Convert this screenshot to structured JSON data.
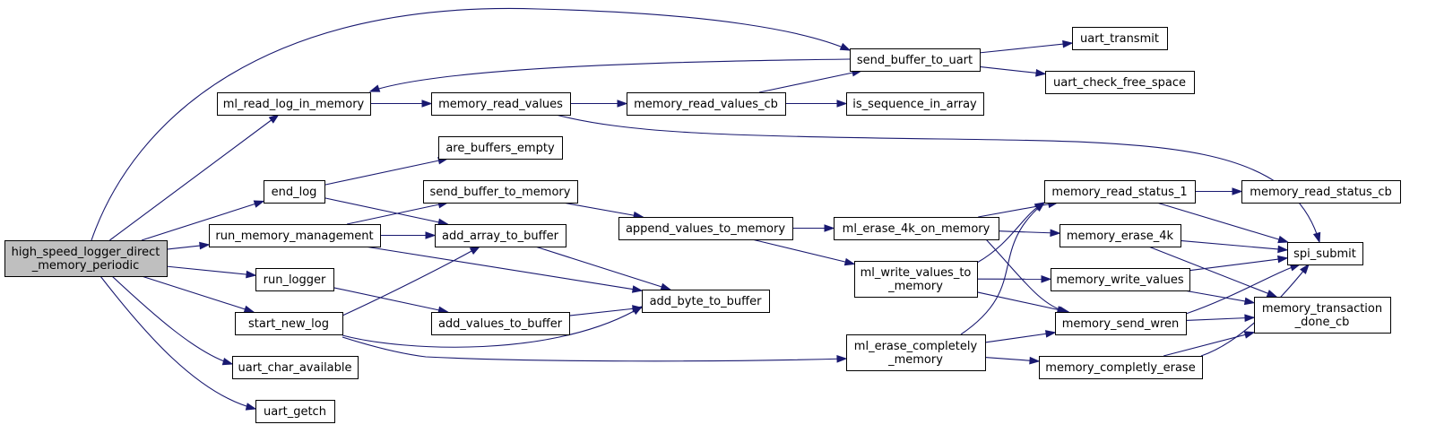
{
  "graph": {
    "colors": {
      "edge": "#191970",
      "root_fill": "#bfbfbf",
      "node_fill": "#ffffff",
      "node_border": "#000000"
    },
    "nodes": [
      {
        "id": "root",
        "lines": [
          "high_speed_logger_direct",
          "_memory_periodic"
        ],
        "root": true
      },
      {
        "id": "ml_read_log_in_memory",
        "lines": [
          "ml_read_log_in_memory"
        ]
      },
      {
        "id": "end_log",
        "lines": [
          "end_log"
        ]
      },
      {
        "id": "run_memory_management",
        "lines": [
          "run_memory_management"
        ]
      },
      {
        "id": "run_logger",
        "lines": [
          "run_logger"
        ]
      },
      {
        "id": "start_new_log",
        "lines": [
          "start_new_log"
        ]
      },
      {
        "id": "uart_char_available",
        "lines": [
          "uart_char_available"
        ]
      },
      {
        "id": "uart_getch",
        "lines": [
          "uart_getch"
        ]
      },
      {
        "id": "send_buffer_to_uart",
        "lines": [
          "send_buffer_to_uart"
        ]
      },
      {
        "id": "uart_transmit",
        "lines": [
          "uart_transmit"
        ]
      },
      {
        "id": "uart_check_free_space",
        "lines": [
          "uart_check_free_space"
        ]
      },
      {
        "id": "memory_read_values",
        "lines": [
          "memory_read_values"
        ]
      },
      {
        "id": "memory_read_values_cb",
        "lines": [
          "memory_read_values_cb"
        ]
      },
      {
        "id": "is_sequence_in_array",
        "lines": [
          "is_sequence_in_array"
        ]
      },
      {
        "id": "are_buffers_empty",
        "lines": [
          "are_buffers_empty"
        ]
      },
      {
        "id": "send_buffer_to_memory",
        "lines": [
          "send_buffer_to_memory"
        ]
      },
      {
        "id": "add_array_to_buffer",
        "lines": [
          "add_array_to_buffer"
        ]
      },
      {
        "id": "append_values_to_memory",
        "lines": [
          "append_values_to_memory"
        ]
      },
      {
        "id": "add_byte_to_buffer",
        "lines": [
          "add_byte_to_buffer"
        ]
      },
      {
        "id": "add_values_to_buffer",
        "lines": [
          "add_values_to_buffer"
        ]
      },
      {
        "id": "ml_erase_4k_on_memory",
        "lines": [
          "ml_erase_4k_on_memory"
        ]
      },
      {
        "id": "ml_write_values_to_memory",
        "lines": [
          "ml_write_values_to",
          "_memory"
        ]
      },
      {
        "id": "ml_erase_completely_memory",
        "lines": [
          "ml_erase_completely",
          "_memory"
        ]
      },
      {
        "id": "memory_read_status_1",
        "lines": [
          "memory_read_status_1"
        ]
      },
      {
        "id": "memory_read_status_cb",
        "lines": [
          "memory_read_status_cb"
        ]
      },
      {
        "id": "memory_erase_4k",
        "lines": [
          "memory_erase_4k"
        ]
      },
      {
        "id": "memory_write_values",
        "lines": [
          "memory_write_values"
        ]
      },
      {
        "id": "memory_send_wren",
        "lines": [
          "memory_send_wren"
        ]
      },
      {
        "id": "memory_completly_erase",
        "lines": [
          "memory_completly_erase"
        ]
      },
      {
        "id": "spi_submit",
        "lines": [
          "spi_submit"
        ]
      },
      {
        "id": "memory_transaction_done_cb",
        "lines": [
          "memory_transaction",
          "_done_cb"
        ]
      }
    ],
    "edges": [
      {
        "from": "root",
        "to": "send_buffer_to_uart"
      },
      {
        "from": "root",
        "to": "ml_read_log_in_memory"
      },
      {
        "from": "root",
        "to": "end_log"
      },
      {
        "from": "root",
        "to": "run_memory_management"
      },
      {
        "from": "root",
        "to": "run_logger"
      },
      {
        "from": "root",
        "to": "start_new_log"
      },
      {
        "from": "root",
        "to": "uart_char_available"
      },
      {
        "from": "root",
        "to": "uart_getch"
      },
      {
        "from": "ml_read_log_in_memory",
        "to": "memory_read_values"
      },
      {
        "from": "send_buffer_to_uart",
        "to": "ml_read_log_in_memory"
      },
      {
        "from": "send_buffer_to_uart",
        "to": "uart_transmit"
      },
      {
        "from": "send_buffer_to_uart",
        "to": "uart_check_free_space"
      },
      {
        "from": "memory_read_values",
        "to": "memory_read_values_cb"
      },
      {
        "from": "memory_read_values",
        "to": "spi_submit"
      },
      {
        "from": "memory_read_values_cb",
        "to": "send_buffer_to_uart"
      },
      {
        "from": "memory_read_values_cb",
        "to": "is_sequence_in_array"
      },
      {
        "from": "end_log",
        "to": "are_buffers_empty"
      },
      {
        "from": "end_log",
        "to": "add_array_to_buffer"
      },
      {
        "from": "run_memory_management",
        "to": "send_buffer_to_memory"
      },
      {
        "from": "run_memory_management",
        "to": "add_array_to_buffer"
      },
      {
        "from": "run_memory_management",
        "to": "add_byte_to_buffer"
      },
      {
        "from": "run_logger",
        "to": "add_values_to_buffer"
      },
      {
        "from": "start_new_log",
        "to": "add_array_to_buffer"
      },
      {
        "from": "start_new_log",
        "to": "add_byte_to_buffer"
      },
      {
        "from": "start_new_log",
        "to": "ml_erase_completely_memory"
      },
      {
        "from": "send_buffer_to_memory",
        "to": "append_values_to_memory"
      },
      {
        "from": "add_array_to_buffer",
        "to": "add_byte_to_buffer"
      },
      {
        "from": "add_values_to_buffer",
        "to": "add_byte_to_buffer"
      },
      {
        "from": "append_values_to_memory",
        "to": "ml_erase_4k_on_memory"
      },
      {
        "from": "append_values_to_memory",
        "to": "ml_write_values_to_memory"
      },
      {
        "from": "ml_erase_4k_on_memory",
        "to": "memory_read_status_1"
      },
      {
        "from": "ml_erase_4k_on_memory",
        "to": "memory_erase_4k"
      },
      {
        "from": "ml_erase_4k_on_memory",
        "to": "memory_send_wren"
      },
      {
        "from": "ml_write_values_to_memory",
        "to": "memory_read_status_1"
      },
      {
        "from": "ml_write_values_to_memory",
        "to": "memory_write_values"
      },
      {
        "from": "ml_write_values_to_memory",
        "to": "memory_send_wren"
      },
      {
        "from": "ml_erase_completely_memory",
        "to": "memory_read_status_1"
      },
      {
        "from": "ml_erase_completely_memory",
        "to": "memory_send_wren"
      },
      {
        "from": "ml_erase_completely_memory",
        "to": "memory_completly_erase"
      },
      {
        "from": "memory_read_status_1",
        "to": "memory_read_status_cb"
      },
      {
        "from": "memory_read_status_1",
        "to": "spi_submit"
      },
      {
        "from": "memory_erase_4k",
        "to": "spi_submit"
      },
      {
        "from": "memory_erase_4k",
        "to": "memory_transaction_done_cb"
      },
      {
        "from": "memory_write_values",
        "to": "spi_submit"
      },
      {
        "from": "memory_write_values",
        "to": "memory_transaction_done_cb"
      },
      {
        "from": "memory_send_wren",
        "to": "spi_submit"
      },
      {
        "from": "memory_send_wren",
        "to": "memory_transaction_done_cb"
      },
      {
        "from": "memory_completly_erase",
        "to": "spi_submit"
      },
      {
        "from": "memory_completly_erase",
        "to": "memory_transaction_done_cb"
      }
    ]
  }
}
